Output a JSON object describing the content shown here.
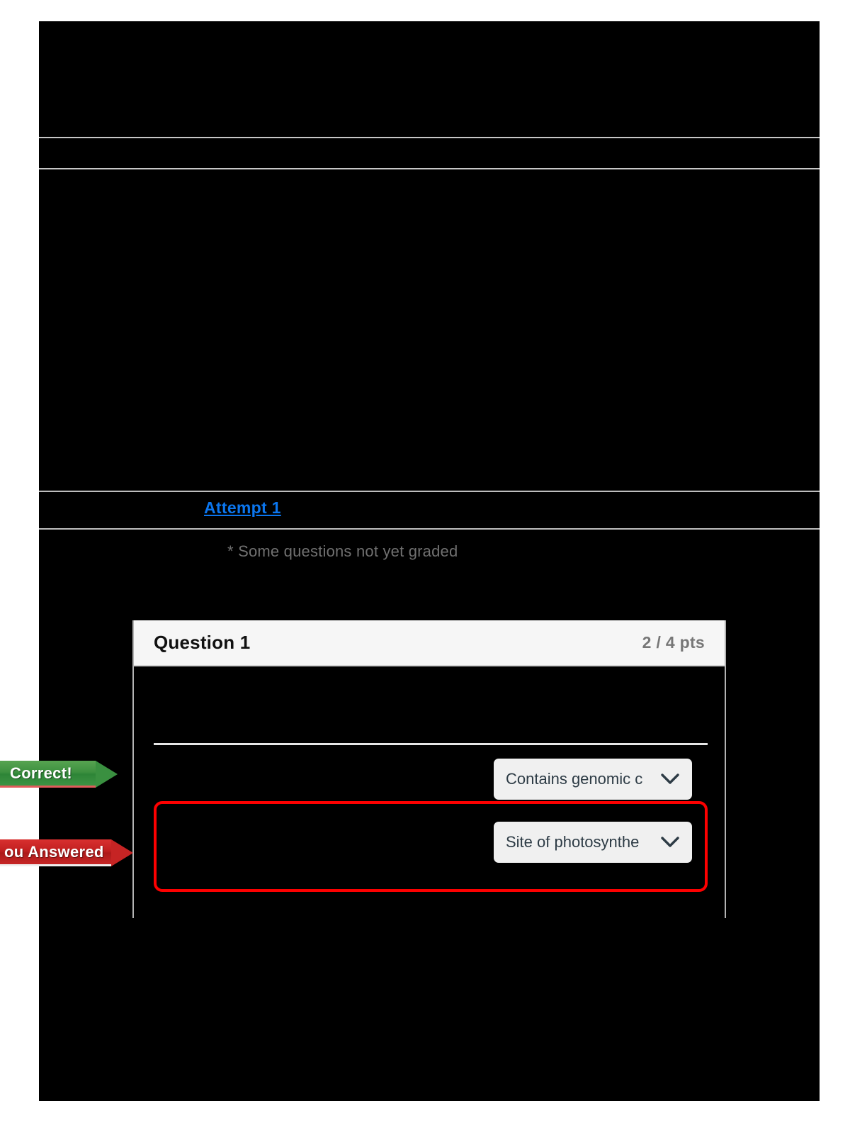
{
  "page": {
    "background_color": "#000000",
    "canvas_color": "#ffffff"
  },
  "attempt": {
    "link_label": "Attempt 1",
    "link_color": "#0b76ef"
  },
  "notice": {
    "ungraded_text": "* Some questions not yet graded"
  },
  "question": {
    "title": "Question 1",
    "points": "2 / 4 pts",
    "answers": [
      {
        "flag_label": "Correct!",
        "flag_type": "correct",
        "flag_color": "#3a9040",
        "select_value": "Contains genomic c",
        "dropdown_icon": "chevron-down-icon",
        "highlighted": false
      },
      {
        "flag_label": "ou Answered",
        "flag_type": "you-answered",
        "flag_color": "#c62424",
        "select_value": "Site of photosynthe",
        "dropdown_icon": "chevron-down-icon",
        "highlighted": true,
        "highlight_color": "#fd0000"
      }
    ]
  }
}
